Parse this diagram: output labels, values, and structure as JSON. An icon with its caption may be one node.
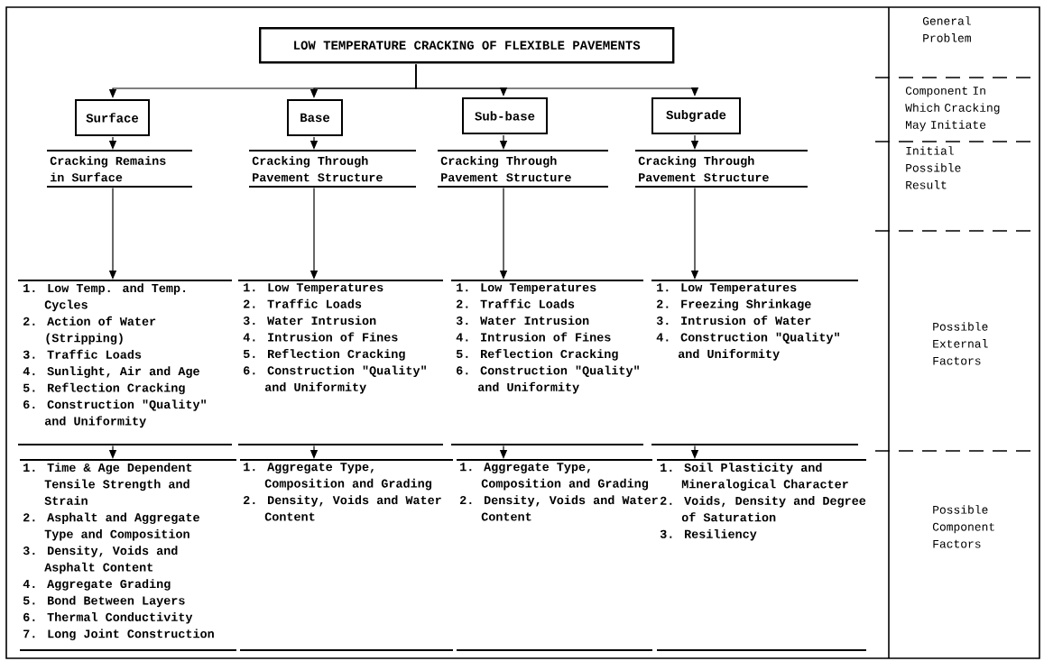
{
  "diagram": {
    "nodes": [
      {
        "text": [
          "LOW TEMPERATURE CRACKING OF FLEXIBLE PAVEMENTS"
        ]
      },
      {
        "text": [
          "Surface"
        ]
      },
      {
        "text": [
          "Base"
        ]
      },
      {
        "text": [
          "Sub-base"
        ]
      },
      {
        "text": [
          "Subgrade"
        ]
      },
      {
        "text": [
          "Cracking Remains in Surface"
        ]
      },
      {
        "text": [
          "Cracking Through Pavement Structure"
        ]
      },
      {
        "text": [
          "Cracking Through Pavement Structure"
        ]
      },
      {
        "text": [
          "Cracking Through Pavement Structure"
        ]
      },
      {
        "text": [
          "1. Low Temp. and Temp. Cycles",
          "2. Action of Water (Stripping)",
          "3. Traffic Loads",
          "4. Sunlight, Air and Age",
          "5. Reflection Cracking",
          "6. Construction \"Quality\" and Uniformity"
        ]
      },
      {
        "text": [
          "1. Low Temperatures",
          "2. Traffic Loads",
          "3. Water Intrusion",
          "4. Intrusion of Fines",
          "5. Reflection Cracking",
          "6. Construction \"Quality\" and Uniformity"
        ]
      },
      {
        "text": [
          "1. Low Temperatures",
          "2. Traffic Loads",
          "3. Water Intrusion",
          "4. Intrusion of Fines",
          "5. Reflection Cracking",
          "6. Construction \"Quality\" and Uniformity"
        ]
      },
      {
        "text": [
          "1. Low Temperatures",
          "2. Freezing Shrinkage",
          "3. Intrusion of Water",
          "4. Construction \"Quality\" and Uniformity"
        ]
      },
      {
        "text": [
          "1. Time & Age Dependent Tensile Strength and Strain",
          "2. Asphalt and Aggregate Type and Composition",
          "3. Density, Voids and Asphalt Content",
          "4. Aggregate Grading",
          "5. Bond Between Layers",
          "6. Thermal Conductivity",
          "7. Long Joint Construction"
        ]
      },
      {
        "text": [
          "1. Aggregate Type, Composition and Grading",
          "2. Density, Voids and Water Content"
        ]
      },
      {
        "text": [
          "1. Aggregate Type, Composition and Grading",
          "2. Density, Voids and Water Content"
        ]
      },
      {
        "text": [
          "1. Soil Plasticity and Mineralogical Character",
          "2. Voids, Density and Degree of Saturation",
          "3. Resiliency"
        ]
      }
    ],
    "edges": [
      {
        "from": 0,
        "to": 1,
        "arrow": "to"
      },
      {
        "from": 0,
        "to": 2,
        "arrow": "to"
      },
      {
        "from": 0,
        "to": 3,
        "arrow": "to"
      },
      {
        "from": 0,
        "to": 4,
        "arrow": "to"
      },
      {
        "from": 1,
        "to": 5,
        "arrow": "to"
      },
      {
        "from": 2,
        "to": 6,
        "arrow": "to"
      },
      {
        "from": 3,
        "to": 7,
        "arrow": "to"
      },
      {
        "from": 4,
        "to": 8,
        "arrow": "to"
      },
      {
        "from": 5,
        "to": 9,
        "arrow": "to"
      },
      {
        "from": 6,
        "to": 10,
        "arrow": "to"
      },
      {
        "from": 7,
        "to": 11,
        "arrow": "to"
      },
      {
        "from": 8,
        "to": 12,
        "arrow": "to"
      },
      {
        "from": 9,
        "to": 13,
        "arrow": "to"
      },
      {
        "from": 10,
        "to": 14,
        "arrow": "to"
      },
      {
        "from": 11,
        "to": 15,
        "arrow": "to"
      },
      {
        "from": 12,
        "to": 16,
        "arrow": "to"
      }
    ],
    "labels": [
      "General Problem",
      "Component In Which Cracking May Initiate",
      "Initial Possible Result",
      "Possible External Factors",
      "Possible Component Factors"
    ]
  }
}
